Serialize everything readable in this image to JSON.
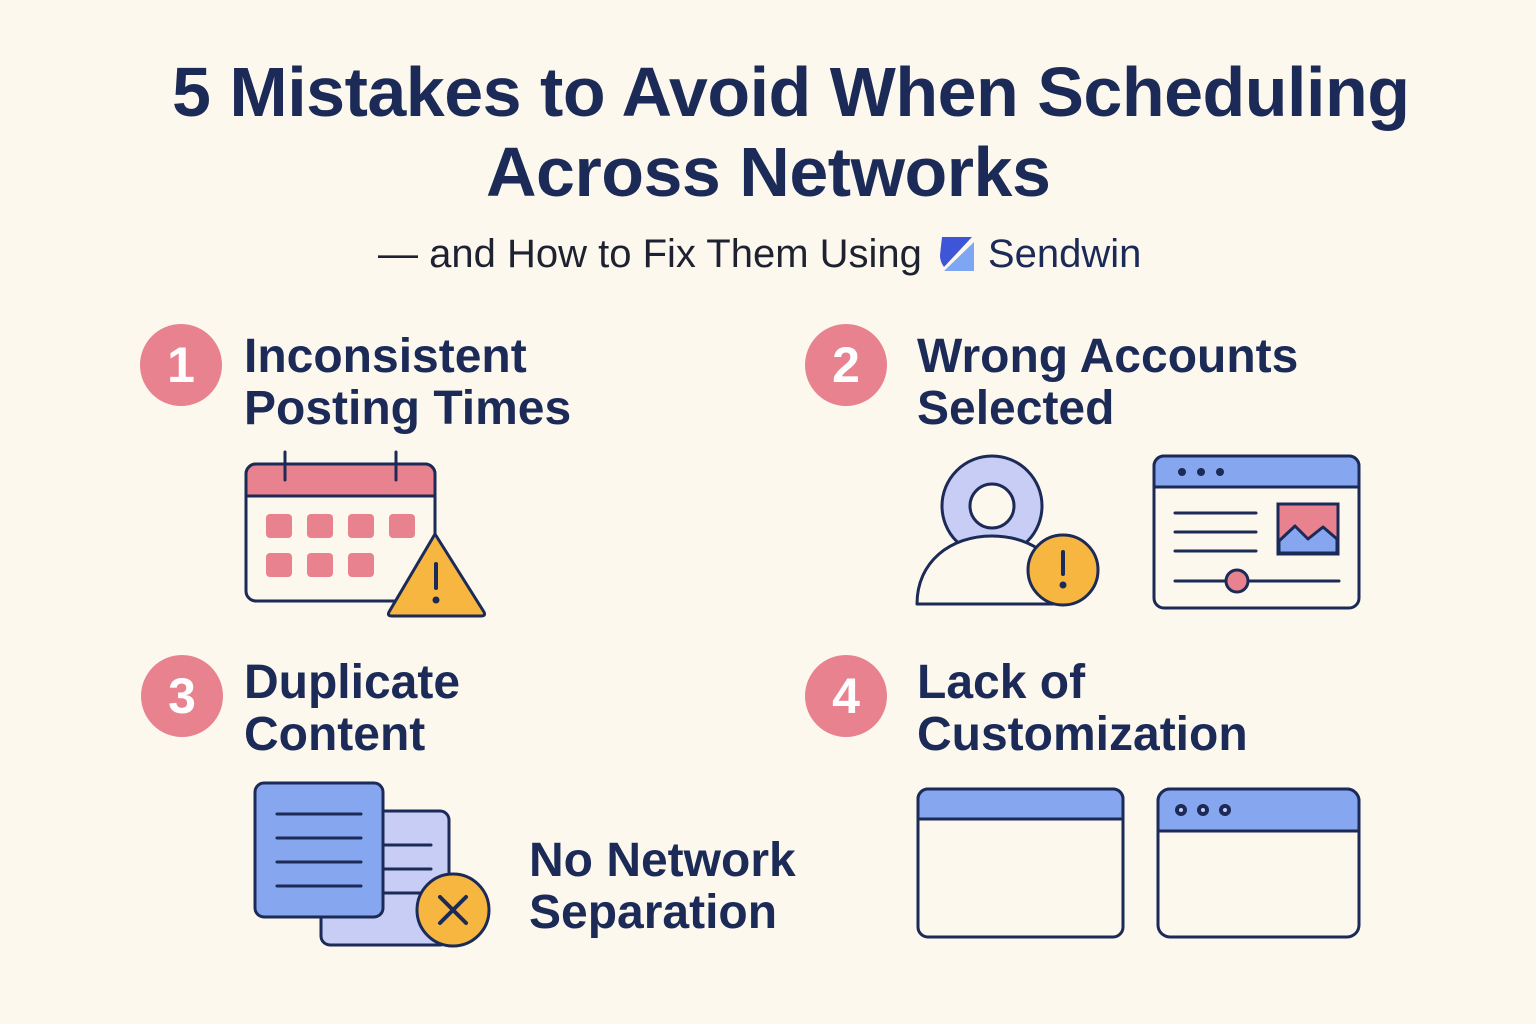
{
  "header": {
    "title_line1": "5 Mistakes to Avoid When Scheduling",
    "title_line2": "Across Networks",
    "subtitle_prefix": "— and How to Fix Them Using",
    "brand_name": "Sendwin",
    "brand_logo_icon": "sendwin-logo-icon"
  },
  "mistakes": [
    {
      "number": "1",
      "title_line1": "Inconsistent",
      "title_line2": "Posting Times",
      "icon": "calendar-warning-icon"
    },
    {
      "number": "2",
      "title_line1": "Wrong Accounts",
      "title_line2": "Selected",
      "icons": [
        "user-alert-icon",
        "browser-post-preview-icon"
      ]
    },
    {
      "number": "3",
      "title_line1": "Duplicate",
      "title_line2": "Content",
      "icon": "duplicate-document-error-icon"
    },
    {
      "number": "4",
      "title_line1": "Lack of",
      "title_line2": "Customization",
      "icons": [
        "browser-window-plain-icon",
        "browser-window-dots-icon"
      ]
    },
    {
      "number": "",
      "title_line1": "No Network",
      "title_line2": "Separation"
    }
  ],
  "colors": {
    "background": "#fdf8ee",
    "navy": "#1b2a57",
    "badge_pink": "#e8828e",
    "accent_blue": "#86a7ef",
    "light_lavender": "#c7cdf5",
    "warning_yellow": "#f6b63f",
    "brand_dark_blue": "#3d55d6",
    "brand_light_blue": "#7ea6f2"
  }
}
